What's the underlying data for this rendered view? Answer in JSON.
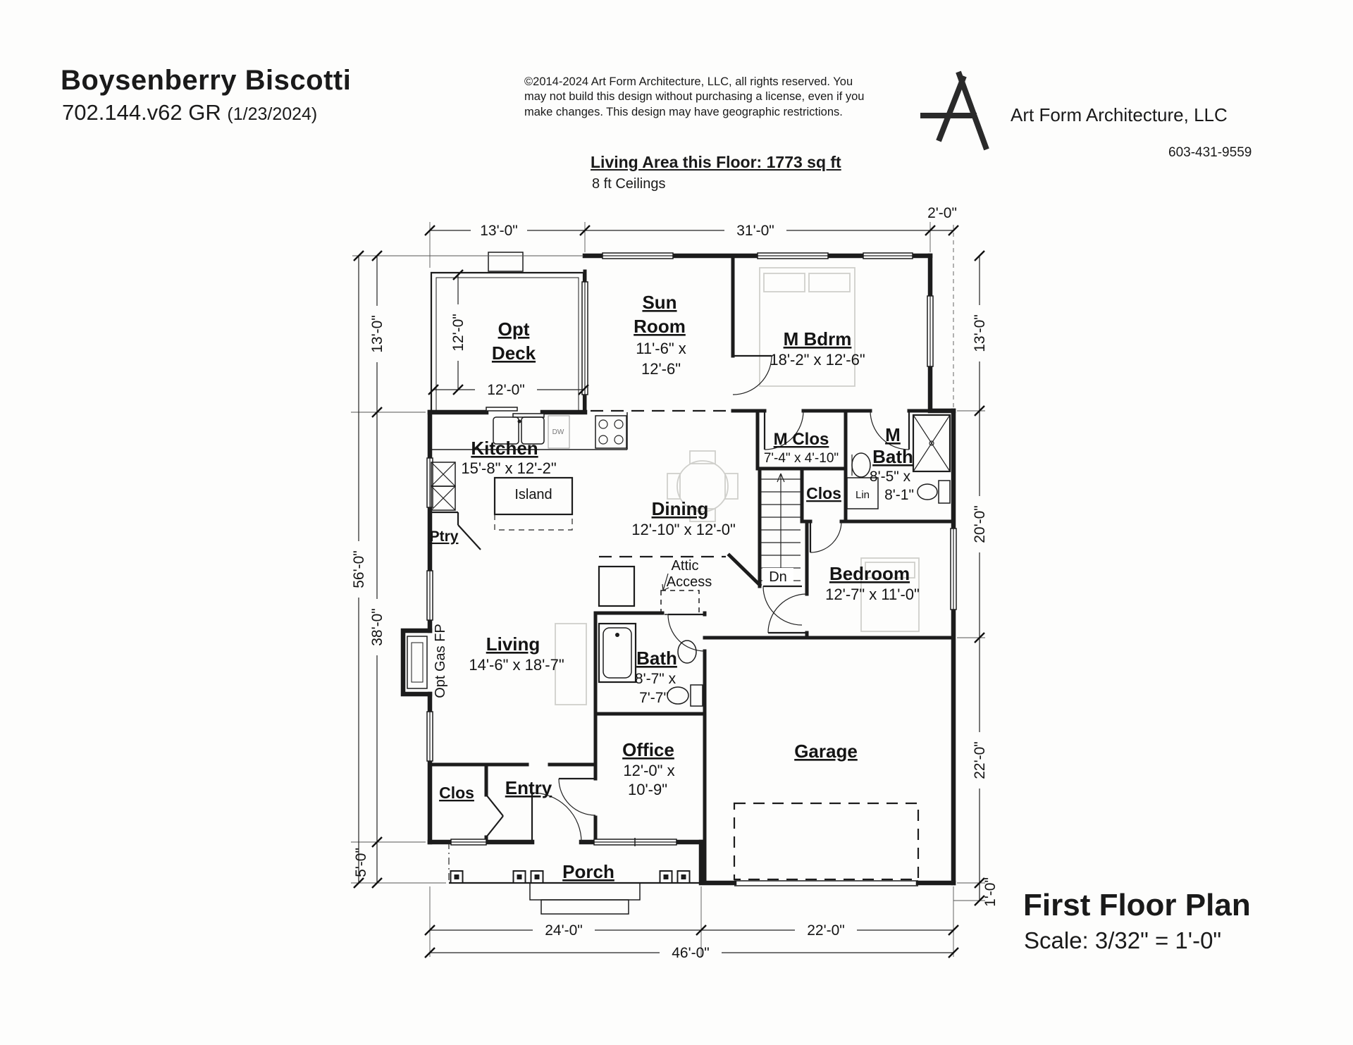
{
  "header": {
    "plan_name": "Boysenberry Biscotti",
    "plan_number": "702.144.v62 GR",
    "plan_date": "(1/23/2024)",
    "copyright": "©2014-2024 Art Form Architecture, LLC, all rights reserved. You may not build this design without purchasing a license, even if you make changes. This design may have geographic restrictions.",
    "company": "Art Form Architecture, LLC",
    "phone": "603-431-9559",
    "living_area": "Living Area this Floor: 1773 sq ft",
    "ceilings": "8 ft Ceilings"
  },
  "footer": {
    "title": "First Floor Plan",
    "scale": "Scale: 3/32\" = 1'-0\""
  },
  "plan": {
    "rooms": {
      "opt_deck": {
        "l1": "Opt",
        "l2": "Deck"
      },
      "sun_room": {
        "l1": "Sun",
        "l2": "Room",
        "d1": "11'-6\" x",
        "d2": "12'-6\""
      },
      "m_bdrm": {
        "name": "M Bdrm",
        "dims": "18'-2\" x 12'-6\""
      },
      "kitchen": {
        "name": "Kitchen",
        "dims": "15'-8\" x 12'-2\""
      },
      "island": {
        "name": "Island"
      },
      "dw": {
        "name": "DW"
      },
      "pantry": {
        "name": "Ptry"
      },
      "m_clos": {
        "name": "M Clos",
        "dims": "7'-4\" x 4'-10\""
      },
      "m_bath": {
        "l1": "M",
        "l2": "Bath",
        "d1": "8'-5\" x",
        "d2": "8'-1\""
      },
      "lin": {
        "name": "Lin"
      },
      "clos_hall": {
        "name": "Clos"
      },
      "dining": {
        "name": "Dining",
        "dims": "12'-10\" x 12'-0\""
      },
      "stairs": {
        "name": "Dn"
      },
      "bedroom": {
        "name": "Bedroom",
        "dims": "12'-7\" x 11'-0\""
      },
      "attic_access": {
        "l1": "Attic",
        "l2": "Access"
      },
      "living": {
        "name": "Living",
        "dims": "14'-6\" x 18'-7\""
      },
      "fireplace": {
        "name": "Opt Gas FP"
      },
      "bath": {
        "name": "Bath",
        "d1": "8'-7\" x",
        "d2": "7'-7\""
      },
      "office": {
        "name": "Office",
        "d1": "12'-0\" x",
        "d2": "10'-9\""
      },
      "clos_entry": {
        "name": "Clos"
      },
      "entry": {
        "name": "Entry"
      },
      "garage": {
        "name": "Garage"
      },
      "porch": {
        "name": "Porch"
      }
    },
    "dims": {
      "top_deck": "13'-0\"",
      "top_main": "31'-0\"",
      "top_bump": "2'-0\"",
      "left_total": "56'-0\"",
      "left_deck": "13'-0\"",
      "left_main": "38'-0\"",
      "left_porch": "5'-0\"",
      "right_master": "13'-0\"",
      "right_mid": "20'-0\"",
      "right_garage": "22'-0\"",
      "right_slab": "1'-0\"",
      "bottom_left": "24'-0\"",
      "bottom_right": "22'-0\"",
      "bottom_total": "46'-0\"",
      "deck_width": "12'-0\"",
      "deck_depth": "12'-0\""
    }
  }
}
